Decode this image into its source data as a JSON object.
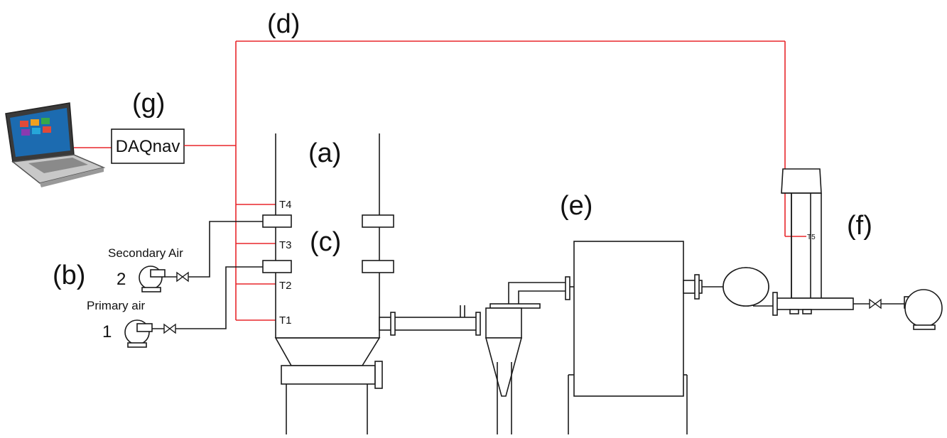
{
  "labels": {
    "a": "(a)",
    "b": "(b)",
    "c": "(c)",
    "d": "(d)",
    "e": "(e)",
    "f": "(f)",
    "g": "(g)"
  },
  "daq_box": "DAQnav",
  "inlets": {
    "secondary_air": "Secondary Air",
    "primary_air": "Primary air",
    "secondary_number": "2",
    "primary_number": "1"
  },
  "thermocouples": [
    "T1",
    "T2",
    "T3",
    "T4",
    "T5"
  ],
  "colors": {
    "signal_wire": "#e8262b",
    "process_line": "#1a1a1a"
  }
}
